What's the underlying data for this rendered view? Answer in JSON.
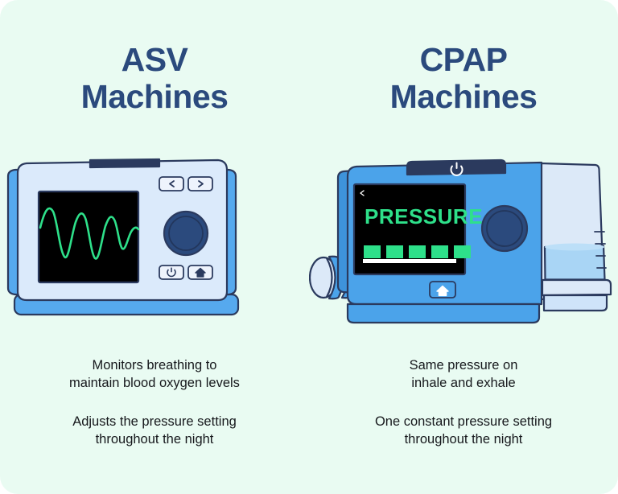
{
  "background_color": "#e9fbf2",
  "columns": [
    {
      "id": "asv",
      "title": "ASV\nMachines",
      "title_color": "#2b4a7d",
      "captions": [
        "Monitors breathing to\nmaintain blood oxygen levels",
        "Adjusts the pressure setting\nthroughout the night"
      ],
      "device": {
        "type": "asv-machine",
        "body_color": "#dbeafb",
        "side_panel_color": "#56a9ee",
        "base_color": "#56a9ee",
        "top_strip_color": "#2b3a5e",
        "screen_color": "#000000",
        "waveform_color": "#2ee08a",
        "knob_color": "#2b4a7d",
        "outline_color": "#2b3a5e",
        "screen_content": "breathing-waveform",
        "buttons": [
          {
            "name": "previous",
            "glyph": "‹"
          },
          {
            "name": "next",
            "glyph": "›"
          },
          {
            "name": "power",
            "glyph": "power"
          },
          {
            "name": "home",
            "glyph": "home"
          }
        ]
      }
    },
    {
      "id": "cpap",
      "title": "CPAP\nMachines",
      "title_color": "#2b4a7d",
      "captions": [
        "Same pressure on\ninhale and exhale",
        "One constant pressure setting\nthroughout the night"
      ],
      "device": {
        "type": "cpap-machine",
        "body_color": "#4ba3ea",
        "body_shadow_color": "#3e93db",
        "chamber_color": "#dce9f8",
        "water_color": "#a9d5f5",
        "hose_color": "#dce9f8",
        "hose_rib_color": "#4ba3ea",
        "top_strip_color": "#2b3a5e",
        "screen_color": "#000000",
        "screen_label": "PRESSURE",
        "screen_label_color": "#2ee08a",
        "bar_color": "#2ee08a",
        "baseline_color": "#ffffff",
        "bar_count": 5,
        "bar_values": [
          1,
          1,
          1,
          1,
          1
        ],
        "knob_color": "#2b4a7d",
        "outline_color": "#2b3a5e",
        "buttons": [
          {
            "name": "power",
            "glyph": "power"
          },
          {
            "name": "home",
            "glyph": "home"
          },
          {
            "name": "back",
            "glyph": "‹"
          }
        ]
      }
    }
  ]
}
